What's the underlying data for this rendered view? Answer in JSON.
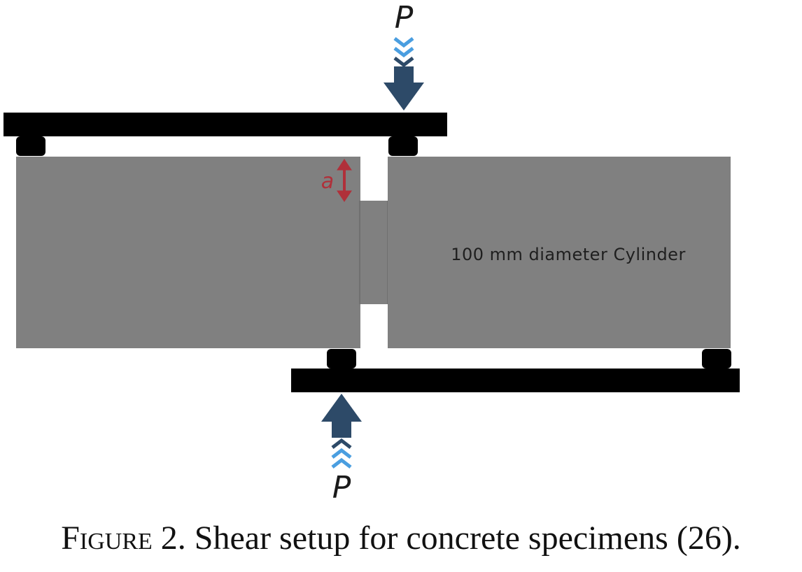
{
  "labels": {
    "load_top": "P",
    "load_bottom": "P",
    "offset": "a",
    "specimen": "100 mm diameter Cylinder"
  },
  "caption": {
    "figure_word": "Figure",
    "text": " 2. Shear setup for concrete specimens (26)."
  },
  "icons": {
    "load_arrow": "down-arrow-icon",
    "chevrons": "chevron-icon"
  },
  "colors": {
    "specimen_gray": "#808080",
    "plate_black": "#000000",
    "arrow_dark": "#2d4a68",
    "chevron_light": "#4a9ee0",
    "offset_red": "#b0303a"
  }
}
